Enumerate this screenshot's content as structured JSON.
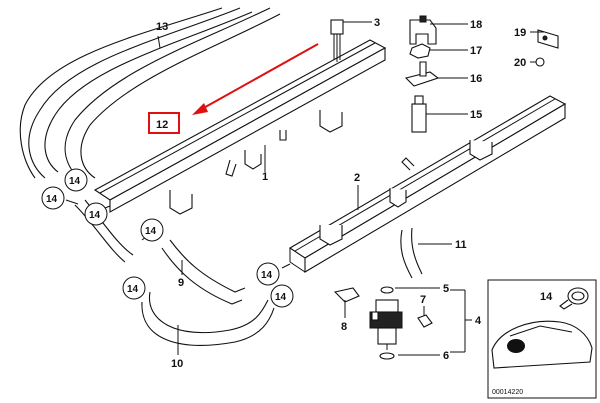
{
  "labels": {
    "l1": "1",
    "l2": "2",
    "l3": "3",
    "l4": "4",
    "l5": "5",
    "l6": "6",
    "l7": "7",
    "l8": "8",
    "l9": "9",
    "l10": "10",
    "l11": "11",
    "l12": "12",
    "l13": "13",
    "l15": "15",
    "l16": "16",
    "l17": "17",
    "l18": "18",
    "l19": "19",
    "l20": "20",
    "l14inset": "14"
  },
  "callout_14": "14",
  "inset_code": "00014220",
  "colors": {
    "highlight": "#e01010",
    "line": "#111111"
  }
}
